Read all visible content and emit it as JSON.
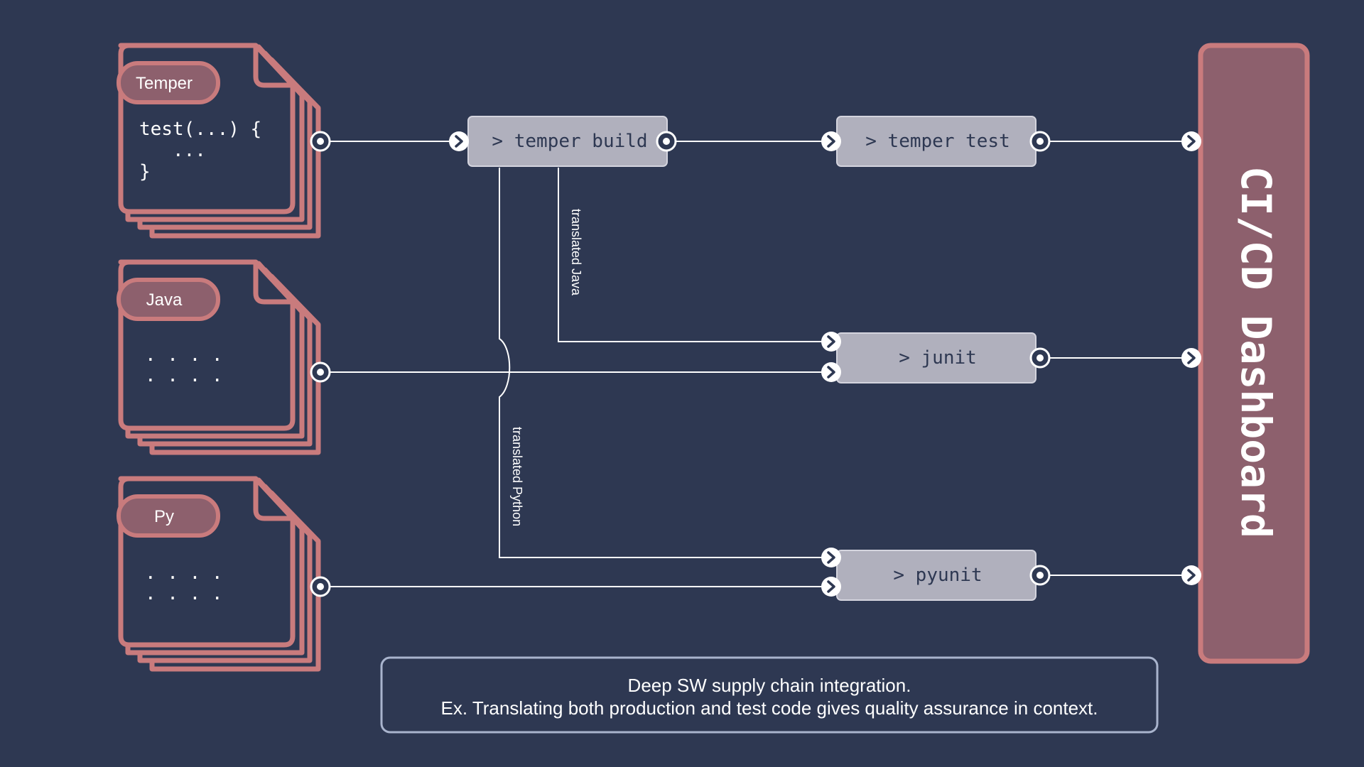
{
  "colors": {
    "background": "#2e3852",
    "file_stroke": "#c97b7d",
    "file_tab_fill": "#8d606d",
    "step_fill": "#b0b0bd",
    "dashboard_fill": "#8d606d",
    "wire": "#ffffff"
  },
  "files": [
    {
      "tab": "Temper",
      "lines": [
        "test(...) {",
        "   ...",
        "}"
      ]
    },
    {
      "tab": "Java",
      "lines": [
        ". . . .",
        ". . . ."
      ]
    },
    {
      "tab": "Py",
      "lines": [
        ". . . .",
        ". . . ."
      ]
    }
  ],
  "steps": {
    "build": "> temper build",
    "test": "> temper test",
    "junit": "> junit",
    "pyunit": "> pyunit"
  },
  "edge_labels": {
    "java": "translated Java",
    "python": "translated Python"
  },
  "dashboard": {
    "title": "CI/CD Dashboard"
  },
  "caption": {
    "line1": "Deep SW supply chain integration.",
    "line2": "Ex. Translating both production and test code gives quality assurance in context."
  }
}
